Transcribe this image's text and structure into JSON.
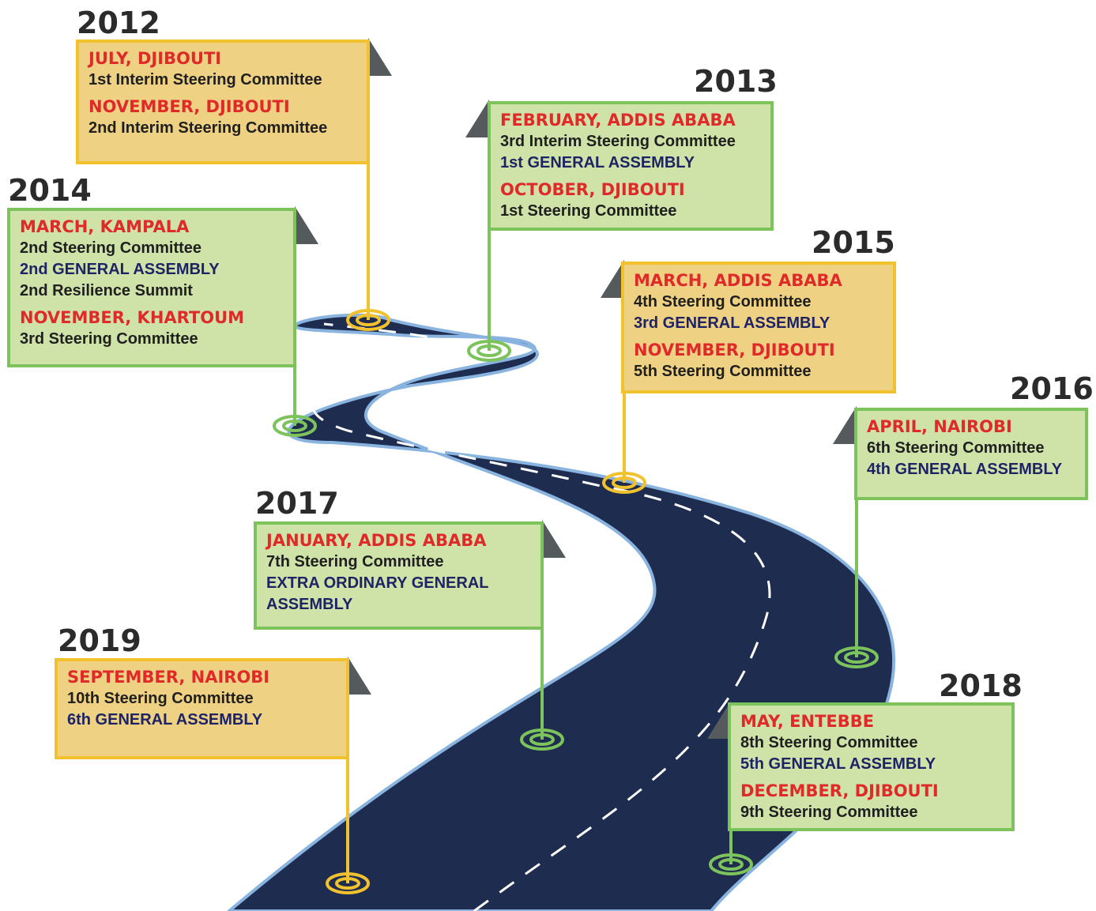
{
  "colors": {
    "road": "#1e2c50",
    "road_edge": "#8ab4e0",
    "lane": "#ffffff",
    "green_fill": "#cfe3a8",
    "green_border": "#7dc35b",
    "yellow_fill": "#efd183",
    "yellow_border": "#f2c12e",
    "pennant": "#555a5c",
    "location_text": "#e02a2a",
    "assembly_text": "#1d2365"
  },
  "milestones": [
    {
      "year": "2012",
      "color": "yellow",
      "entries": [
        {
          "location": "JULY, DJIBOUTI",
          "lines": [
            "1st Interim Steering Committee"
          ]
        },
        {
          "location": "NOVEMBER, DJIBOUTI",
          "lines": [
            "2nd Interim Steering Committee"
          ]
        }
      ]
    },
    {
      "year": "2013",
      "color": "green",
      "entries": [
        {
          "location": "FEBRUARY, ADDIS ABABA",
          "lines": [
            "3rd Interim Steering Committee",
            "1st GENERAL ASSEMBLY"
          ]
        },
        {
          "location": "OCTOBER, DJIBOUTI",
          "lines": [
            "1st Steering Committee"
          ]
        }
      ]
    },
    {
      "year": "2014",
      "color": "green",
      "entries": [
        {
          "location": "MARCH, KAMPALA",
          "lines": [
            "2nd Steering Committee",
            "2nd GENERAL ASSEMBLY",
            "2nd Resilience Summit"
          ]
        },
        {
          "location": "NOVEMBER, KHARTOUM",
          "lines": [
            "3rd Steering Committee"
          ]
        }
      ]
    },
    {
      "year": "2015",
      "color": "yellow",
      "entries": [
        {
          "location": "MARCH, ADDIS ABABA",
          "lines": [
            "4th Steering Committee",
            "3rd GENERAL ASSEMBLY"
          ]
        },
        {
          "location": "NOVEMBER, DJIBOUTI",
          "lines": [
            "5th Steering Committee"
          ]
        }
      ]
    },
    {
      "year": "2016",
      "color": "green",
      "entries": [
        {
          "location": "APRIL, NAIROBI",
          "lines": [
            "6th Steering Committee",
            "4th GENERAL ASSEMBLY"
          ]
        }
      ]
    },
    {
      "year": "2017",
      "color": "green",
      "entries": [
        {
          "location": "JANUARY, ADDIS ABABA",
          "lines": [
            "7th Steering Committee",
            "EXTRA ORDINARY GENERAL",
            "ASSEMBLY"
          ]
        }
      ]
    },
    {
      "year": "2018",
      "color": "green",
      "entries": [
        {
          "location": "MAY, ENTEBBE",
          "lines": [
            "8th Steering Committee",
            "5th GENERAL ASSEMBLY"
          ]
        },
        {
          "location": "DECEMBER, DJIBOUTI",
          "lines": [
            "9th Steering Committee"
          ]
        }
      ]
    },
    {
      "year": "2019",
      "color": "yellow",
      "entries": [
        {
          "location": "SEPTEMBER, NAIROBI",
          "lines": [
            "10th Steering Committee",
            "6th GENERAL ASSEMBLY"
          ]
        }
      ]
    }
  ]
}
